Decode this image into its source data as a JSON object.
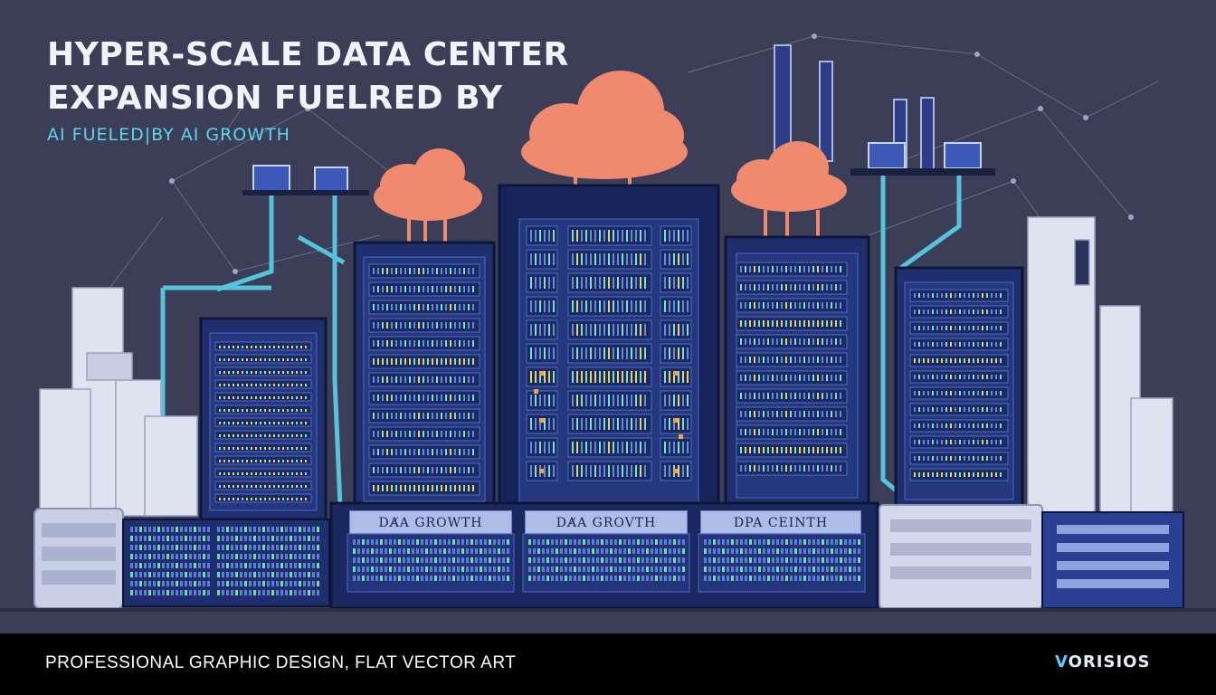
{
  "headline": {
    "line1": "HYPER-SCALE DATA CENTER",
    "line2": "EXPANSION FUELRED BY",
    "subline": "AI FUELED|BY AI GROWTH"
  },
  "rack_labels": [
    "DA̸A GROWTH",
    "DA̸A GROVTH",
    "DPA CEINTH"
  ],
  "footer": {
    "caption": "PROFESSIONAL GRAPHIC DESIGN, FLAT VECTOR ART",
    "brand_prefix": "V",
    "brand_rest": "ORISIOS"
  },
  "colors": {
    "background": "#3c3d57",
    "cloud": "#f08a6e",
    "cable": "#54c4dc",
    "rack": "#1f2f6e",
    "accent_text": "#5cd6ea",
    "brand_accent": "#5cc8ff"
  }
}
